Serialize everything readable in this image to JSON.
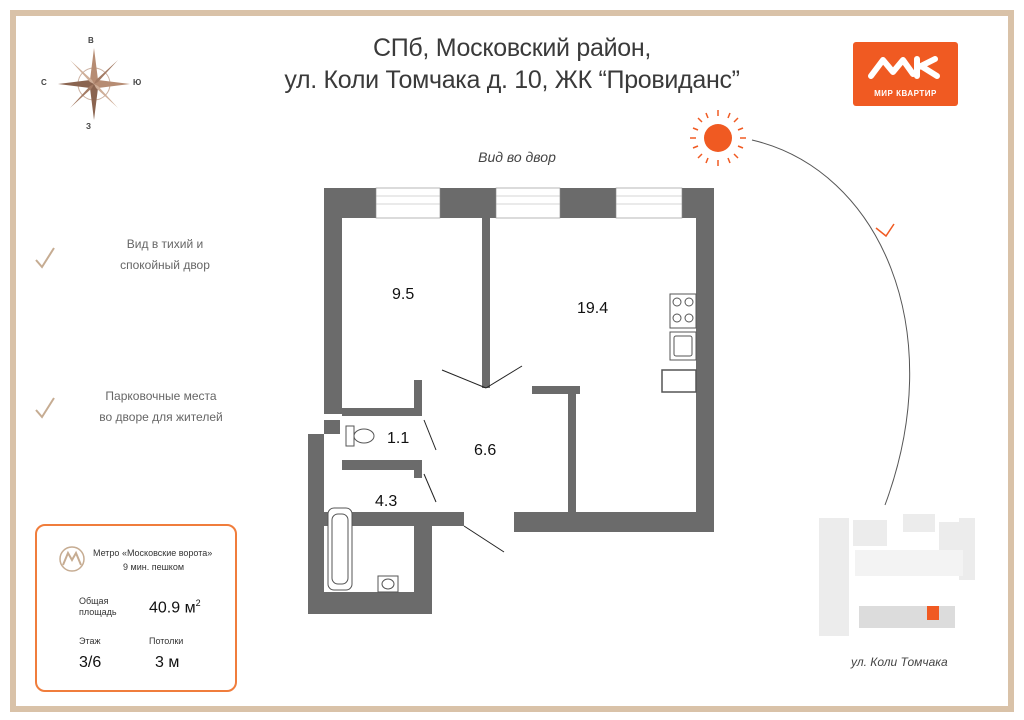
{
  "title": {
    "line1": "СПб, Московский район,",
    "line2": "ул. Коли Томчака д. 10, ЖК “Провиданс”"
  },
  "view_label": "Вид во двор",
  "logo": {
    "text": "МИР КВАРТИР",
    "mark": "МК"
  },
  "compass": {
    "north": "В",
    "west": "С",
    "east": "Ю",
    "south": "З"
  },
  "features": [
    {
      "line1": "Вид в тихий и",
      "line2": "спокойный двор"
    },
    {
      "line1": "Парковочные места",
      "line2": "во дворе для жителей"
    }
  ],
  "rooms": {
    "bedroom": "9.5",
    "living_kitchen": "19.4",
    "wc": "1.1",
    "hall": "6.6",
    "bathroom": "4.3"
  },
  "info_card": {
    "metro_name": "Метро «Московские ворота»",
    "metro_walk": "9 мин. пешком",
    "area_label_1": "Общая",
    "area_label_2": "площадь",
    "area_value": "40.9 м",
    "area_sup": "2",
    "floor_label": "Этаж",
    "floor_value": "3/6",
    "ceiling_label": "Потолки",
    "ceiling_value": "3 м"
  },
  "street_label": "ул. Коли Томчака",
  "colors": {
    "accent": "#f05a22",
    "frame": "#d9c2a8",
    "wall": "#6b6b6b",
    "compass": "#b68c73",
    "sun": "#f05a22"
  }
}
